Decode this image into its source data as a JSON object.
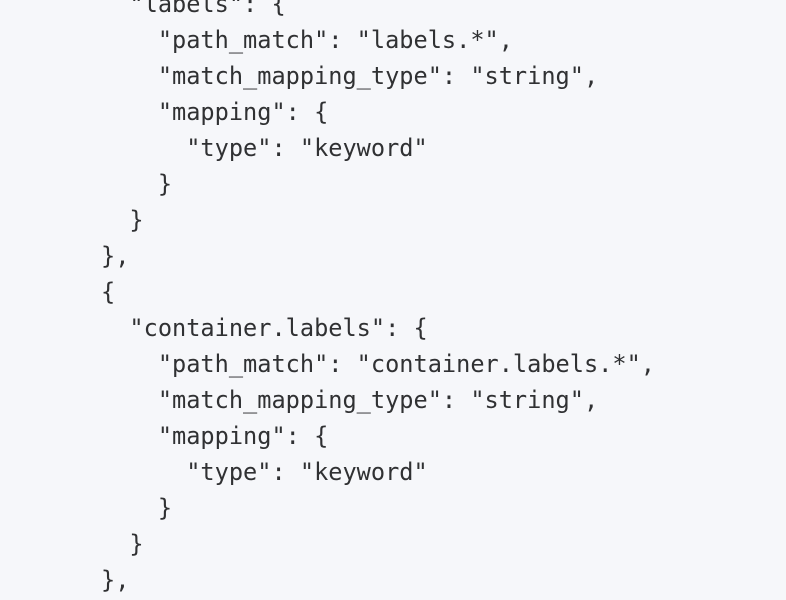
{
  "code_block": {
    "lines": [
      "  \"labels\": {",
      "    \"path_match\": \"labels.*\",",
      "    \"match_mapping_type\": \"string\",",
      "    \"mapping\": {",
      "      \"type\": \"keyword\"",
      "    }",
      "  }",
      "},",
      "{",
      "  \"container.labels\": {",
      "    \"path_match\": \"container.labels.*\",",
      "    \"match_mapping_type\": \"string\",",
      "    \"mapping\": {",
      "      \"type\": \"keyword\"",
      "    }",
      "  }",
      "},"
    ]
  }
}
